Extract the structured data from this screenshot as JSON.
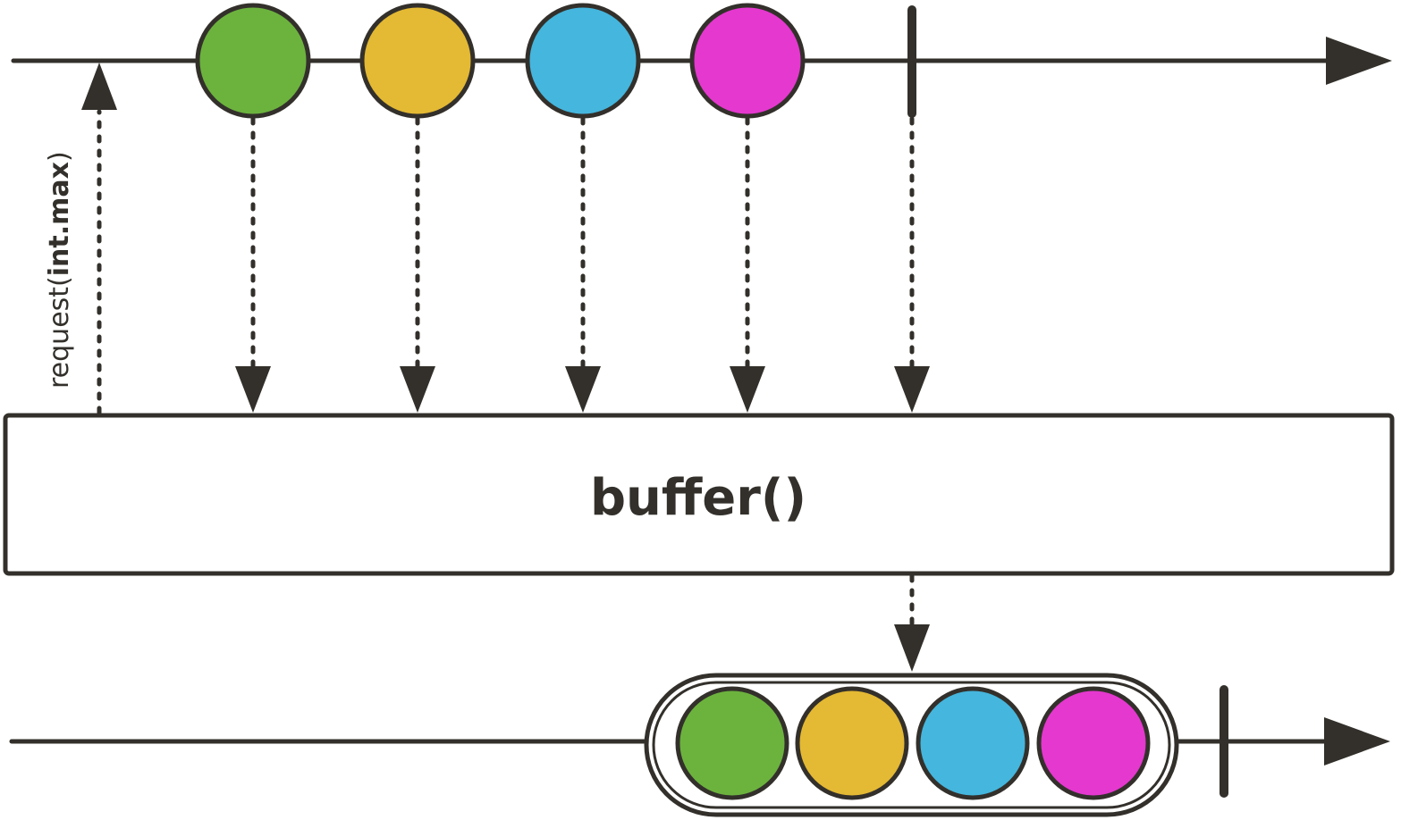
{
  "diagram": {
    "operator": {
      "label": "buffer()"
    },
    "request_label": {
      "prefix": "request(",
      "arg": "int.max",
      "suffix": ")"
    },
    "colors": {
      "ink": "#33302b",
      "green": "#6cb33e",
      "yellow": "#e4b933",
      "blue": "#45b6dd",
      "magenta": "#e538cf",
      "background": "#ffffff"
    },
    "source_items": [
      {
        "color": "green"
      },
      {
        "color": "yellow"
      },
      {
        "color": "blue"
      },
      {
        "color": "magenta"
      }
    ],
    "buffered_items": [
      {
        "color": "green"
      },
      {
        "color": "yellow"
      },
      {
        "color": "blue"
      },
      {
        "color": "magenta"
      }
    ]
  }
}
